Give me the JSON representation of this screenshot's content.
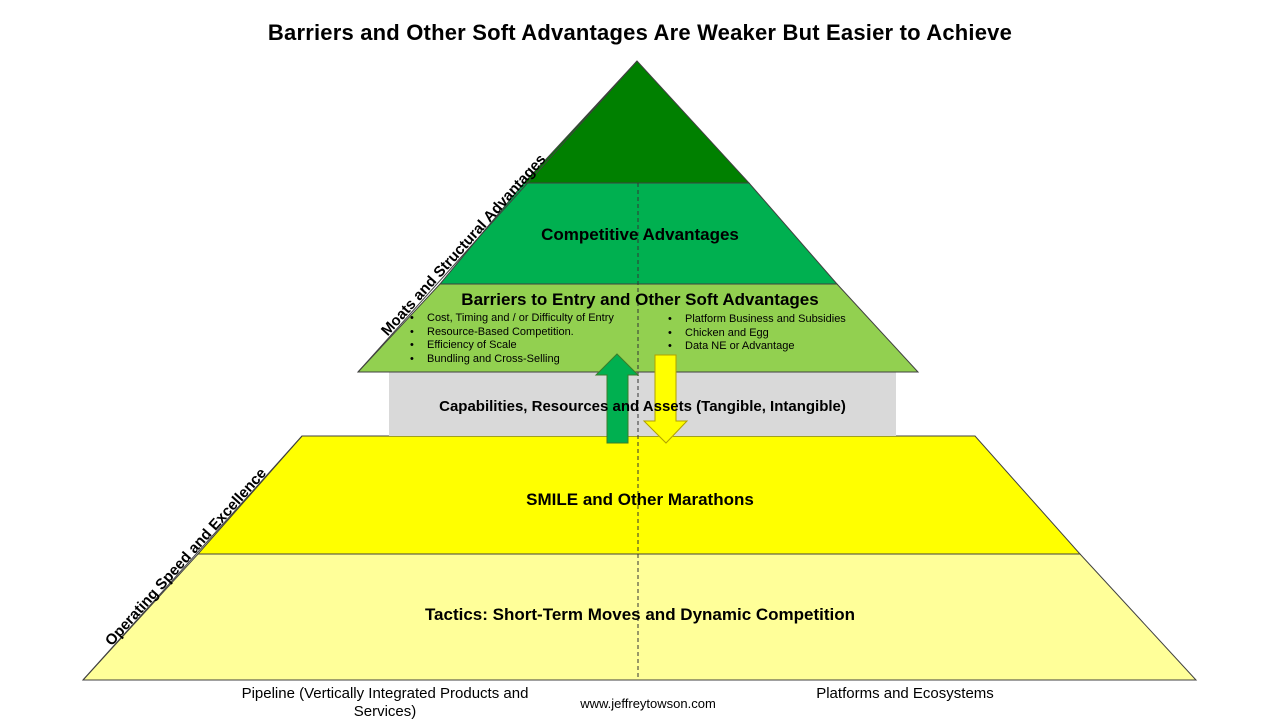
{
  "title": "Barriers and Other Soft Advantages Are Weaker But Easier to Achieve",
  "layers": {
    "competitive": {
      "label": "Competitive Advantages"
    },
    "barriers": {
      "label": "Barriers to Entry and Other Soft Advantages",
      "left_bullets": [
        "Cost, Timing and / or Difficulty of Entry",
        "Resource-Based Competition.",
        "Efficiency of Scale",
        "Bundling and Cross-Selling"
      ],
      "right_bullets": [
        "Platform Business and Subsidies",
        "Chicken and Egg",
        "Data NE or Advantage"
      ]
    },
    "capabilities": {
      "label": "Capabilities, Resources and Assets (Tangible, Intangible)"
    },
    "smile": {
      "label": "SMILE and Other Marathons"
    },
    "tactics": {
      "label": "Tactics: Short-Term Moves and Dynamic Competition"
    }
  },
  "side_labels": {
    "upper": "Moats and Structural Advantages",
    "lower": "Operating Speed and Excellence"
  },
  "footer": {
    "left": "Pipeline (Vertically Integrated Products and Services)",
    "center": "www.jeffreytowson.com",
    "right": "Platforms and Ecosystems"
  },
  "colors": {
    "apex": "#008000",
    "competitive": "#00B050",
    "barriers": "#92D050",
    "capabilities": "#D9D9D9",
    "smile": "#FFFF00",
    "tactics": "#FFFF99",
    "arrow_up": "#00B050",
    "arrow_down": "#FFFF00"
  }
}
